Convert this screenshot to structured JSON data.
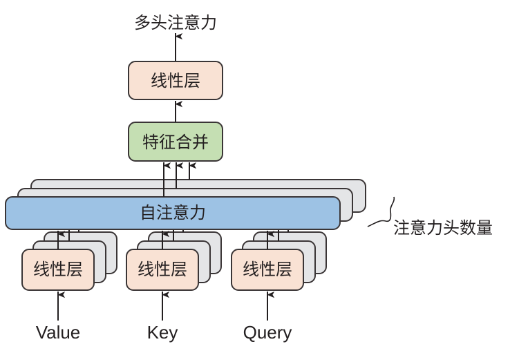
{
  "diagram": {
    "title": "多头注意力",
    "output_linear": {
      "label": "线性层",
      "fill": "#f9e2d4"
    },
    "concat": {
      "label": "特征合并",
      "fill": "#c5dfb3"
    },
    "self_attention": {
      "label": "自注意力",
      "fill": "#9dc2e4",
      "stack_fill": "#e4e5e7"
    },
    "head_count_annotation": "注意力头数量",
    "inputs": [
      {
        "name": "Value",
        "linear_label": "线性层"
      },
      {
        "name": "Key",
        "linear_label": "线性层"
      },
      {
        "name": "Query",
        "linear_label": "线性层"
      }
    ],
    "colors": {
      "stroke": "#3a3536",
      "linear_fill": "#f9e2d4",
      "stack_fill": "#e4e5e7"
    }
  }
}
